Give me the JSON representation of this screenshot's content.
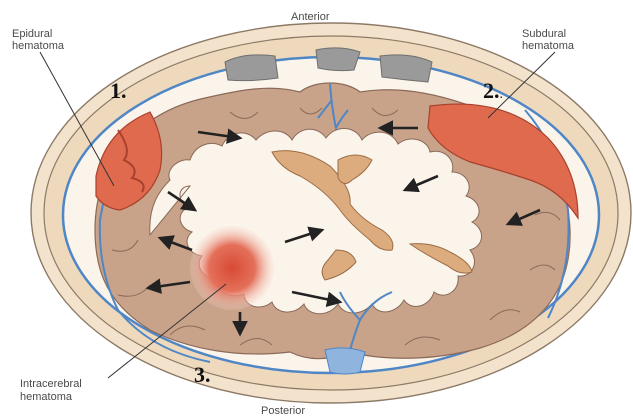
{
  "labels": {
    "anterior": "Anterior",
    "posterior": "Posterior",
    "epidural_line1": "Epidural",
    "epidural_line2": "hematoma",
    "subdural_line1": "Subdural",
    "subdural_line2": "hematoma",
    "intracerebral_line1": "Intracerebral",
    "intracerebral_line2": "hematoma"
  },
  "markers": {
    "m1": "1.",
    "m2": "2.",
    "m2_suffix": ".",
    "m3": "3."
  },
  "colors": {
    "scalp": "#f4e3cc",
    "skull": "#eed9bd",
    "brain_tissue": "#c9a28a",
    "white_matter": "#fbf4ea",
    "vessel": "#4f86c6",
    "hematoma": "#e06a4e",
    "ventricle": "#dcab7e",
    "sinus": "#9a9a9a"
  }
}
